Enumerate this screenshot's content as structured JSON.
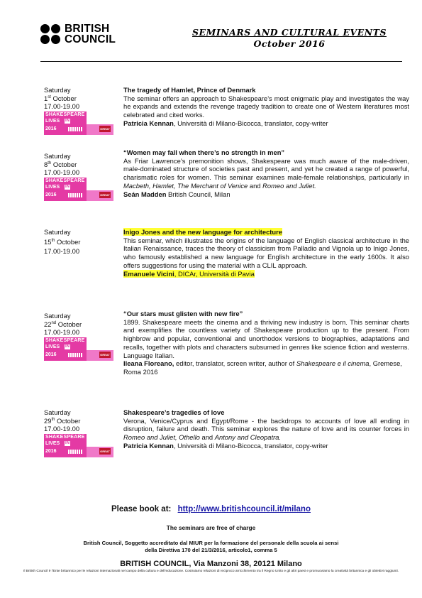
{
  "header": {
    "logo_line1": "BRITISH",
    "logo_line2": "COUNCIL",
    "title": "SEMINARS AND CULTURAL EVENTS",
    "subtitle": "October 2016"
  },
  "badge": {
    "word1": "SHAKESPEARE",
    "word2": "LIVES",
    "in": "IN",
    "year": "2016",
    "great": "GREAT"
  },
  "events": [
    {
      "day": "Saturday",
      "date_num": "1",
      "date_sup": "st",
      "date_month": " October",
      "time": "17.00-19.00",
      "title": "The tragedy of Hamlet, Prince of Denmark",
      "body": "The seminar offers an approach to Shakespeare’s most enigmatic play and investigates the way he expands and extends the revenge tragedy tradition to create one of Western literatures most celebrated and cited works.",
      "speaker_name": "Patricia Kennan",
      "speaker_rest": ", Università di Milano-Bicocca, translator, copy-writer"
    },
    {
      "day": "Saturday",
      "date_num": "8",
      "date_sup": "th",
      "date_month": " October",
      "time": "17.00-19.00",
      "title": "“Women may fall when there’s no strength in men”",
      "body_start": "As Friar Lawrence’s premonition shows, Shakespeare was much aware of the male-driven, male-dominated structure of societies past and present, and yet he created a range of powerful, charismatic roles for women. This seminar examines male-female relationships, particularly in ",
      "body_it1": "Macbeth, Hamlet, The Merchant of Venice",
      "body_mid": " and ",
      "body_it2": "Romeo and Juliet.",
      "speaker_name": "Seán Madden",
      "speaker_rest": " British Council, Milan"
    },
    {
      "day": "Saturday",
      "date_num": "15",
      "date_sup": "th",
      "date_month": " October",
      "time": "17.00-19.00",
      "title": "Inigo Jones and the new language for architecture",
      "body": "This seminar, which illustrates the origins of the language of English classical architecture in the Italian Renaissance, traces the theory of classicism from Palladio and Vignola up to Inigo Jones, who famously established a new language for English architecture in the early 1600s. It also offers suggestions for using the material with a CLIL approach.",
      "speaker_name": "Emanuele Vicini",
      "speaker_rest": ", DICAr, Università di Pavia"
    },
    {
      "day": "Saturday",
      "date_num": "22",
      "date_sup": "nd",
      "date_month": " October",
      "time": "17.00-19.00",
      "title": "“Our stars must glisten with new fire”",
      "body": "1899. Shakespeare meets the cinema and a thriving new industry is born. This seminar charts and exemplifies the countless variety of Shakespeare production up to the present. From highbrow and popular, conventional and unorthodox versions to biographies, adaptations and recalls, together with plots and characters subsumed in genres like science fiction and westerns. Language Italian.",
      "speaker_name": "Ileana Floreano,",
      "speaker_rest": " editor, translator, screen writer, author of ",
      "speaker_it": "Shakespeare e il cinema",
      "speaker_end": ", Gremese, Roma 2016"
    },
    {
      "day": "Saturday",
      "date_num": "29",
      "date_sup": "th",
      "date_month": " October",
      "time": "17.00-19.00",
      "title": "Shakespeare’s tragedies of love",
      "body_start": "Verona, Venice/Cyprus and Egypt/Rome - the backdrops to accounts of love all ending in disruption, failure and death. This seminar explores the nature of love and its counter forces in ",
      "body_it1": "Romeo and Juliet, Othello",
      "body_mid": " and ",
      "body_it2": "Antony and Cleopatra.",
      "speaker_name": "Patricia Kennan",
      "speaker_rest": ", Università di Milano-Bicocca, translator, copy-writer"
    }
  ],
  "footer": {
    "book_label": "Please book at:",
    "book_link": "http://www.britishcouncil.it/milano",
    "free": "The seminars are free of charge",
    "accr_line1": "British Council, Soggetto accreditato dal MIUR per la formazione del personale della scuola ai sensi",
    "accr_line2": "della Direttiva 170 del 21/3/2016, articolo1, comma 5",
    "address": "BRITISH COUNCIL, Via Manzoni 38, 20121 Milano",
    "fine": "Il British Council è l’Ente britannico per le relazioni internazionali nel campo della cultura e dell’educazione. Costruiamo relazioni di reciproco arricchimento tra il Regno Unito e gli altri paesi e promuoviamo la creatività britannica e gli obiettivi raggiunti."
  }
}
